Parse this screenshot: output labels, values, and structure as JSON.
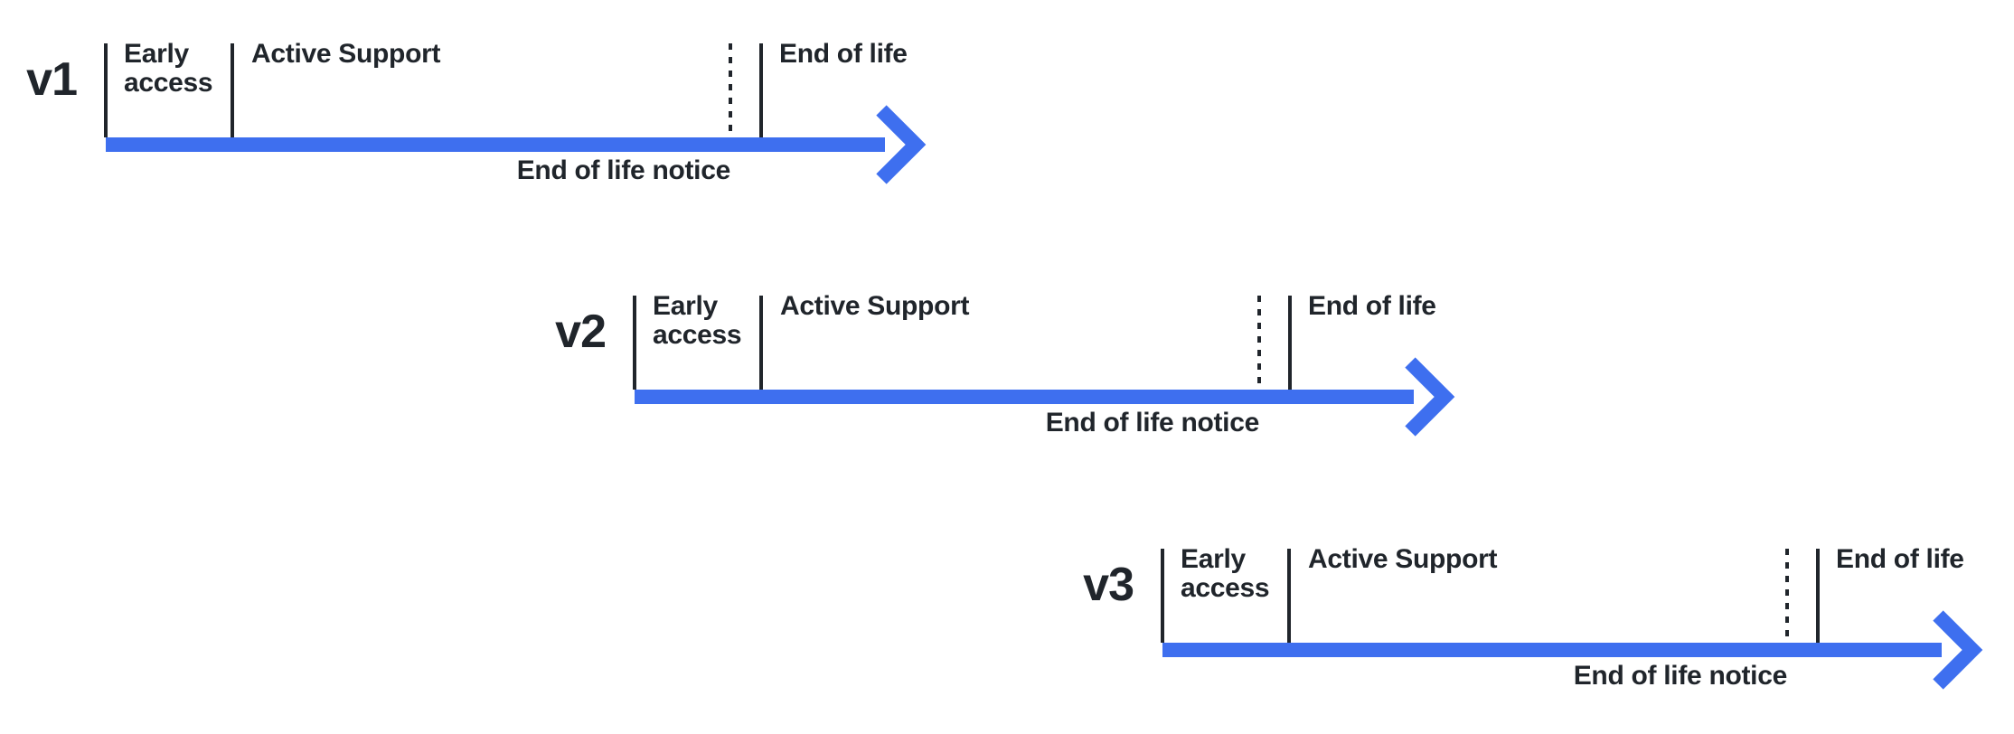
{
  "colors": {
    "arrow": "#3E6FEF",
    "ink": "#20252B",
    "background": "#FFFFFF"
  },
  "timelines": [
    {
      "version_label": "v1",
      "early_access_label": "Early access",
      "active_support_label": "Active Support",
      "end_of_life_label": "End of life",
      "eol_notice_label": "End of life notice"
    },
    {
      "version_label": "v2",
      "early_access_label": "Early access",
      "active_support_label": "Active Support",
      "end_of_life_label": "End of life",
      "eol_notice_label": "End of life notice"
    },
    {
      "version_label": "v3",
      "early_access_label": "Early access",
      "active_support_label": "Active Support",
      "end_of_life_label": "End of life",
      "eol_notice_label": "End of life notice"
    }
  ]
}
